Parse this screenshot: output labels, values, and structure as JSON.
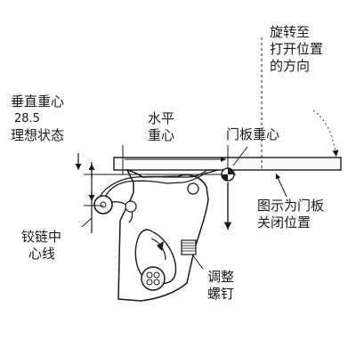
{
  "labels": {
    "vertical_cg_1": "垂直重心",
    "value": "28.5",
    "vertical_cg_2": "理想状态",
    "horizontal_1": "水平",
    "horizontal_2": "重心",
    "door_cg": "门板重心",
    "rotate_1": "旋转至",
    "rotate_2": "打开位置",
    "rotate_3": "的方向",
    "shown_1": "图示为门板",
    "shown_2": "关闭位置",
    "hinge_1": "铰链中",
    "hinge_2": "心线",
    "screw_1": "调整",
    "screw_2": "螺钉"
  },
  "colors": {
    "line": "#1a1a1a",
    "background": "#ffffff"
  }
}
